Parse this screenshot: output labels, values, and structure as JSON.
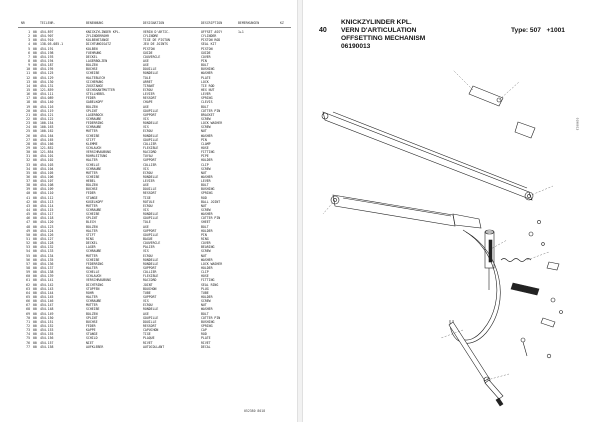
{
  "left_page": {
    "columns": {
      "idx": "NR",
      "part": "TEILENR.",
      "de": "BENENNUNG",
      "fr": "DESIGNATION",
      "en": "DESCRIPTION",
      "note": "BEMERKUNGEN",
      "ind": "KZ"
    },
    "rows": [
      {
        "idx": "1",
        "qty": "00",
        "part": "454.897",
        "de": "KNICKZYLINDER KPL.",
        "fr": "VERIN D'ARTIC.",
        "en": "OFFSET ASSY",
        "note": "1+1",
        "ind": ""
      },
      {
        "idx": "2",
        "qty": "00",
        "part": "454.907",
        "de": "ZYLINDERROHR",
        "fr": "CYLINDRE",
        "en": "CYLINDER",
        "note": "",
        "ind": ""
      },
      {
        "idx": "3",
        "qty": "00",
        "part": "454.910",
        "de": "KOLBENSTANGE",
        "fr": "TIGE DE PISTON",
        "en": "PISTON ROD",
        "note": "",
        "ind": ""
      },
      {
        "idx": "4",
        "qty": "00",
        "part": "138.05.085.1",
        "de": "DICHTUNGSSATZ",
        "fr": "JEU DE JOINTS",
        "en": "SEAL KIT",
        "note": "",
        "ind": ""
      },
      {
        "idx": "5",
        "qty": "00",
        "part": "454.191",
        "de": "KOLBEN",
        "fr": "PISTON",
        "en": "PISTON",
        "note": "",
        "ind": ""
      },
      {
        "idx": "6",
        "qty": "00",
        "part": "454.198",
        "de": "FUEHRUNG",
        "fr": "GUIDE",
        "en": "GUIDE",
        "note": "",
        "ind": ""
      },
      {
        "idx": "7",
        "qty": "00",
        "part": "454.193",
        "de": "DECKEL",
        "fr": "COUVERCLE",
        "en": "COVER",
        "note": "",
        "ind": ""
      },
      {
        "idx": "8",
        "qty": "00",
        "part": "454.194",
        "de": "LAGERBOLZEN",
        "fr": "AXE",
        "en": "PIN",
        "note": "",
        "ind": ""
      },
      {
        "idx": "9",
        "qty": "00",
        "part": "454.187",
        "de": "BOLZEN",
        "fr": "AXE",
        "en": "BOLT",
        "note": "",
        "ind": ""
      },
      {
        "idx": "10",
        "qty": "00",
        "part": "454.195",
        "de": "BUCHSE",
        "fr": "DOUILLE",
        "en": "BUSHING",
        "note": "",
        "ind": ""
      },
      {
        "idx": "11",
        "qty": "00",
        "part": "454.125",
        "de": "SCHEIBE",
        "fr": "RONDELLE",
        "en": "WASHER",
        "note": "",
        "ind": ""
      },
      {
        "idx": "12",
        "qty": "00",
        "part": "454.129",
        "de": "HALTEBLECH",
        "fr": "TOLE",
        "en": "PLATE",
        "note": "",
        "ind": ""
      },
      {
        "idx": "13",
        "qty": "00",
        "part": "454.130",
        "de": "SICHERUNG",
        "fr": "ARRET",
        "en": "LOCK",
        "note": "",
        "ind": ""
      },
      {
        "idx": "14",
        "qty": "00",
        "part": "454.131",
        "de": "ZUGSTANGE",
        "fr": "TIRANT",
        "en": "TIE ROD",
        "note": "",
        "ind": ""
      },
      {
        "idx": "15",
        "qty": "00",
        "part": "121.859",
        "de": "SECHSKANTMUTTER",
        "fr": "ECROU",
        "en": "HEX NUT",
        "note": "",
        "ind": ""
      },
      {
        "idx": "16",
        "qty": "00",
        "part": "454.111",
        "de": "STELLHEBEL",
        "fr": "LEVIER",
        "en": "LEVER",
        "note": "",
        "ind": ""
      },
      {
        "idx": "17",
        "qty": "00",
        "part": "454.089",
        "de": "FEDER",
        "fr": "RESSORT",
        "en": "SPRING",
        "note": "",
        "ind": ""
      },
      {
        "idx": "18",
        "qty": "00",
        "part": "454.140",
        "de": "GABELKOPF",
        "fr": "CHAPE",
        "en": "CLEVIS",
        "note": "",
        "ind": ""
      },
      {
        "idx": "19",
        "qty": "00",
        "part": "454.116",
        "de": "BOLZEN",
        "fr": "AXE",
        "en": "BOLT",
        "note": "",
        "ind": ""
      },
      {
        "idx": "20",
        "qty": "00",
        "part": "454.119",
        "de": "SPLINT",
        "fr": "GOUPILLE",
        "en": "COTTER PIN",
        "note": "",
        "ind": ""
      },
      {
        "idx": "21",
        "qty": "00",
        "part": "454.121",
        "de": "LAGERBOCK",
        "fr": "SUPPORT",
        "en": "BRACKET",
        "note": "",
        "ind": ""
      },
      {
        "idx": "22",
        "qty": "00",
        "part": "454.122",
        "de": "SCHRAUBE",
        "fr": "VIS",
        "en": "SCREW",
        "note": "",
        "ind": ""
      },
      {
        "idx": "23",
        "qty": "00",
        "part": "100.154",
        "de": "FEDERRING",
        "fr": "RONDELLE",
        "en": "LOCK WASHER",
        "note": "",
        "ind": ""
      },
      {
        "idx": "24",
        "qty": "00",
        "part": "100.163",
        "de": "SCHRAUBE",
        "fr": "VIS",
        "en": "SCREW",
        "note": "",
        "ind": ""
      },
      {
        "idx": "25",
        "qty": "00",
        "part": "100.162",
        "de": "MUTTER",
        "fr": "ECROU",
        "en": "NUT",
        "note": "",
        "ind": ""
      },
      {
        "idx": "26",
        "qty": "00",
        "part": "454.164",
        "de": "SCHEIBE",
        "fr": "RONDELLE",
        "en": "WASHER",
        "note": "",
        "ind": ""
      },
      {
        "idx": "27",
        "qty": "00",
        "part": "454.165",
        "de": "STIFT",
        "fr": "GOUPILLE",
        "en": "PIN",
        "note": "",
        "ind": ""
      },
      {
        "idx": "28",
        "qty": "00",
        "part": "454.166",
        "de": "KLEMME",
        "fr": "COLLIER",
        "en": "CLAMP",
        "note": "",
        "ind": ""
      },
      {
        "idx": "29",
        "qty": "00",
        "part": "121.852",
        "de": "SCHLAUCH",
        "fr": "FLEXIBLE",
        "en": "HOSE",
        "note": "",
        "ind": ""
      },
      {
        "idx": "30",
        "qty": "00",
        "part": "121.854",
        "de": "VERSCHRAUBUNG",
        "fr": "RACCORD",
        "en": "FITTING",
        "note": "",
        "ind": ""
      },
      {
        "idx": "31",
        "qty": "00",
        "part": "454.101",
        "de": "ROHRLEITUNG",
        "fr": "TUYAU",
        "en": "PIPE",
        "note": "",
        "ind": ""
      },
      {
        "idx": "32",
        "qty": "00",
        "part": "454.102",
        "de": "HALTER",
        "fr": "SUPPORT",
        "en": "HOLDER",
        "note": "",
        "ind": ""
      },
      {
        "idx": "33",
        "qty": "00",
        "part": "454.103",
        "de": "SCHELLE",
        "fr": "COLLIER",
        "en": "CLIP",
        "note": "",
        "ind": ""
      },
      {
        "idx": "34",
        "qty": "00",
        "part": "454.104",
        "de": "SCHRAUBE",
        "fr": "VIS",
        "en": "SCREW",
        "note": "",
        "ind": ""
      },
      {
        "idx": "35",
        "qty": "00",
        "part": "454.105",
        "de": "MUTTER",
        "fr": "ECROU",
        "en": "NUT",
        "note": "",
        "ind": ""
      },
      {
        "idx": "36",
        "qty": "00",
        "part": "454.106",
        "de": "SCHEIBE",
        "fr": "RONDELLE",
        "en": "WASHER",
        "note": "",
        "ind": ""
      },
      {
        "idx": "37",
        "qty": "00",
        "part": "454.107",
        "de": "HEBEL",
        "fr": "LEVIER",
        "en": "LEVER",
        "note": "",
        "ind": ""
      },
      {
        "idx": "38",
        "qty": "00",
        "part": "454.108",
        "de": "BOLZEN",
        "fr": "AXE",
        "en": "BOLT",
        "note": "",
        "ind": ""
      },
      {
        "idx": "39",
        "qty": "00",
        "part": "454.109",
        "de": "BUCHSE",
        "fr": "DOUILLE",
        "en": "BUSHING",
        "note": "",
        "ind": ""
      },
      {
        "idx": "40",
        "qty": "00",
        "part": "454.110",
        "de": "FEDER",
        "fr": "RESSORT",
        "en": "SPRING",
        "note": "",
        "ind": ""
      },
      {
        "idx": "41",
        "qty": "00",
        "part": "454.112",
        "de": "STANGE",
        "fr": "TIGE",
        "en": "ROD",
        "note": "",
        "ind": ""
      },
      {
        "idx": "42",
        "qty": "00",
        "part": "454.113",
        "de": "KUGELKOPF",
        "fr": "ROTULE",
        "en": "BALL JOINT",
        "note": "",
        "ind": ""
      },
      {
        "idx": "43",
        "qty": "00",
        "part": "454.114",
        "de": "MUTTER",
        "fr": "ECROU",
        "en": "NUT",
        "note": "",
        "ind": ""
      },
      {
        "idx": "44",
        "qty": "00",
        "part": "454.115",
        "de": "SCHRAUBE",
        "fr": "VIS",
        "en": "SCREW",
        "note": "",
        "ind": ""
      },
      {
        "idx": "45",
        "qty": "00",
        "part": "454.117",
        "de": "SCHEIBE",
        "fr": "RONDELLE",
        "en": "WASHER",
        "note": "",
        "ind": ""
      },
      {
        "idx": "46",
        "qty": "00",
        "part": "454.118",
        "de": "SPLINT",
        "fr": "GOUPILLE",
        "en": "COTTER PIN",
        "note": "",
        "ind": ""
      },
      {
        "idx": "47",
        "qty": "00",
        "part": "454.120",
        "de": "BLECH",
        "fr": "TOLE",
        "en": "SHEET",
        "note": "",
        "ind": ""
      },
      {
        "idx": "48",
        "qty": "00",
        "part": "454.123",
        "de": "BOLZEN",
        "fr": "AXE",
        "en": "BOLT",
        "note": "",
        "ind": ""
      },
      {
        "idx": "49",
        "qty": "00",
        "part": "454.124",
        "de": "HALTER",
        "fr": "SUPPORT",
        "en": "HOLDER",
        "note": "",
        "ind": ""
      },
      {
        "idx": "50",
        "qty": "00",
        "part": "454.126",
        "de": "STIFT",
        "fr": "GOUPILLE",
        "en": "PIN",
        "note": "",
        "ind": ""
      },
      {
        "idx": "51",
        "qty": "00",
        "part": "454.127",
        "de": "RING",
        "fr": "BAGUE",
        "en": "RING",
        "note": "",
        "ind": ""
      },
      {
        "idx": "52",
        "qty": "00",
        "part": "454.128",
        "de": "DECKEL",
        "fr": "COUVERCLE",
        "en": "COVER",
        "note": "",
        "ind": ""
      },
      {
        "idx": "53",
        "qty": "00",
        "part": "454.132",
        "de": "LAGER",
        "fr": "PALIER",
        "en": "BEARING",
        "note": "",
        "ind": ""
      },
      {
        "idx": "54",
        "qty": "00",
        "part": "454.133",
        "de": "SCHRAUBE",
        "fr": "VIS",
        "en": "SCREW",
        "note": "",
        "ind": ""
      },
      {
        "idx": "55",
        "qty": "00",
        "part": "454.134",
        "de": "MUTTER",
        "fr": "ECROU",
        "en": "NUT",
        "note": "",
        "ind": ""
      },
      {
        "idx": "56",
        "qty": "00",
        "part": "454.135",
        "de": "SCHEIBE",
        "fr": "RONDELLE",
        "en": "WASHER",
        "note": "",
        "ind": ""
      },
      {
        "idx": "57",
        "qty": "00",
        "part": "454.136",
        "de": "FEDERRING",
        "fr": "RONDELLE",
        "en": "LOCK WASHER",
        "note": "",
        "ind": ""
      },
      {
        "idx": "58",
        "qty": "00",
        "part": "454.137",
        "de": "HALTER",
        "fr": "SUPPORT",
        "en": "HOLDER",
        "note": "",
        "ind": ""
      },
      {
        "idx": "59",
        "qty": "00",
        "part": "454.138",
        "de": "SCHELLE",
        "fr": "COLLIER",
        "en": "CLIP",
        "note": "",
        "ind": ""
      },
      {
        "idx": "60",
        "qty": "00",
        "part": "454.139",
        "de": "SCHLAUCH",
        "fr": "FLEXIBLE",
        "en": "HOSE",
        "note": "",
        "ind": ""
      },
      {
        "idx": "61",
        "qty": "00",
        "part": "454.141",
        "de": "VERSCHRAUBUNG",
        "fr": "RACCORD",
        "en": "FITTING",
        "note": "",
        "ind": ""
      },
      {
        "idx": "62",
        "qty": "00",
        "part": "454.142",
        "de": "DICHTRING",
        "fr": "JOINT",
        "en": "SEAL RING",
        "note": "",
        "ind": ""
      },
      {
        "idx": "63",
        "qty": "00",
        "part": "454.143",
        "de": "STOPFEN",
        "fr": "BOUCHON",
        "en": "PLUG",
        "note": "",
        "ind": ""
      },
      {
        "idx": "64",
        "qty": "00",
        "part": "454.144",
        "de": "ROHR",
        "fr": "TUBE",
        "en": "TUBE",
        "note": "",
        "ind": ""
      },
      {
        "idx": "65",
        "qty": "00",
        "part": "454.145",
        "de": "HALTER",
        "fr": "SUPPORT",
        "en": "HOLDER",
        "note": "",
        "ind": ""
      },
      {
        "idx": "66",
        "qty": "00",
        "part": "454.146",
        "de": "SCHRAUBE",
        "fr": "VIS",
        "en": "SCREW",
        "note": "",
        "ind": ""
      },
      {
        "idx": "67",
        "qty": "00",
        "part": "454.147",
        "de": "MUTTER",
        "fr": "ECROU",
        "en": "NUT",
        "note": "",
        "ind": ""
      },
      {
        "idx": "68",
        "qty": "00",
        "part": "454.148",
        "de": "SCHEIBE",
        "fr": "RONDELLE",
        "en": "WASHER",
        "note": "",
        "ind": ""
      },
      {
        "idx": "69",
        "qty": "00",
        "part": "454.149",
        "de": "BOLZEN",
        "fr": "AXE",
        "en": "BOLT",
        "note": "",
        "ind": ""
      },
      {
        "idx": "70",
        "qty": "00",
        "part": "454.150",
        "de": "SPLINT",
        "fr": "GOUPILLE",
        "en": "COTTER PIN",
        "note": "",
        "ind": ""
      },
      {
        "idx": "71",
        "qty": "00",
        "part": "454.151",
        "de": "BUCHSE",
        "fr": "DOUILLE",
        "en": "BUSHING",
        "note": "",
        "ind": ""
      },
      {
        "idx": "72",
        "qty": "00",
        "part": "454.152",
        "de": "FEDER",
        "fr": "RESSORT",
        "en": "SPRING",
        "note": "",
        "ind": ""
      },
      {
        "idx": "73",
        "qty": "00",
        "part": "454.153",
        "de": "KAPPE",
        "fr": "CAPUCHON",
        "en": "CAP",
        "note": "",
        "ind": ""
      },
      {
        "idx": "74",
        "qty": "00",
        "part": "454.155",
        "de": "STANGE",
        "fr": "TIGE",
        "en": "ROD",
        "note": "",
        "ind": ""
      },
      {
        "idx": "75",
        "qty": "00",
        "part": "454.156",
        "de": "SCHILD",
        "fr": "PLAQUE",
        "en": "PLATE",
        "note": "",
        "ind": ""
      },
      {
        "idx": "76",
        "qty": "00",
        "part": "454.157",
        "de": "NIET",
        "fr": "RIVET",
        "en": "RIVET",
        "note": "",
        "ind": ""
      },
      {
        "idx": "77",
        "qty": "00",
        "part": "454.158",
        "de": "AUFKLEBER",
        "fr": "AUTOCOLLANT",
        "en": "DECAL",
        "note": "",
        "ind": ""
      }
    ],
    "footer_code": "052380 8018"
  },
  "right_page": {
    "page_number": "40",
    "title_de": "KNICKZYLINDER KPL.",
    "title_fr": "VERN D'ARTICULATION",
    "title_en": "OFFSETTING MECHANISM",
    "drawing_no": "06190013",
    "type_label": "Type: 507",
    "type_suffix": "+1001",
    "side_label": "0190013"
  }
}
